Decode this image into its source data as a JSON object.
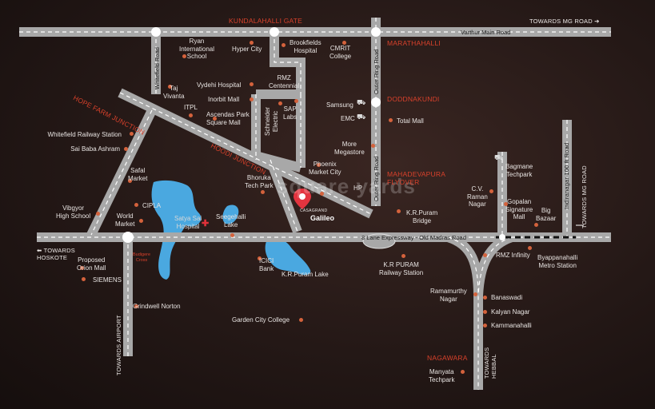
{
  "colors": {
    "road": "#a8a8a8",
    "water": "#4aa8e0",
    "accent_label": "#d8412b",
    "poi_dot": "#d4623c",
    "marker": "#e3343f"
  },
  "junctions": {
    "kundalahalli_gate": "KUNDALAHALLI GATE",
    "marathahalli": "MARATHAHALLI",
    "doddnakundi": "DODDNAKUNDI",
    "mahadevapura": "MAHADEVAPURA\nFLYOVER",
    "hope_farm": "HOPE FARM JUNCTION",
    "hoodi": "HOODI JUNCTION",
    "nagawara": "NAGAWARA"
  },
  "roads": {
    "varthur": "Varthur Main Road",
    "whitefield": "Whitefield Road",
    "outer_ring": "Outer Ring Road",
    "expressway": "8 Lane Expressway - Old Madras Road",
    "indiranagar": "Indiranagar 100 ft Road"
  },
  "directions": {
    "mg_top": "TOWARDS MG ROAD ➔",
    "mg_right": "TOWARDS MG ROAD",
    "hoskote": "⬅ TOWARDS\n HOSKOTE",
    "airport": "TOWARDS AIRPORT",
    "hebbal": "TOWARDS\nHEBBAL"
  },
  "project": {
    "name": "Galileo",
    "brand": "CASAGRAND",
    "watermark": "square yards"
  },
  "landmarks": {
    "ryan": "Ryan\nInternational\nSchool",
    "hypercity": "Hyper City",
    "brookfields": "Brookfields\nHospital",
    "cmrit": "CMRIT\nCollege",
    "taj": "Taj\nVivanta",
    "vydehi": "Vydehi Hospital",
    "rmz_centennial": "RMZ\nCentennial",
    "itpl": "ITPL",
    "inorbit": "Inorbit Mall",
    "ascendas": "Ascendas Park\nSquare Mall",
    "schneider": "Schneider\nElectric",
    "sap": "SAP\nLabs",
    "samsung": "Samsung",
    "emc": "EMC",
    "total_mall": "Total Mall",
    "whitefield_rly": "Whitefield Railway Station",
    "sai_baba": "Sai Baba Ashram",
    "more": "More\nMegastore",
    "phoenix": "Phoenix\nMarket City",
    "hp": "HP",
    "safal": "Safal\nMarket",
    "bhoruka": "Bhoruka\nTech Park",
    "bagmane": "Bagmane\nTechpark",
    "cv_raman": "C.V.\nRaman\nNagar",
    "vibgyor": "Vibgyor\nHigh School",
    "cipla": "CIPLA",
    "world_market": "World\nMarket",
    "satya_sai": "Satya Sai\nHospital",
    "seegehalli": "Seegehalli\nLake",
    "kr_puram_bridge": "K.R.Puram\nBridge",
    "gopalan": "Gopalan\nSignature\nMall",
    "big_bazaar": "Big\nBazaar",
    "orion": "Proposed\nOrion Mall",
    "siemens": "SIEMENS",
    "budigere": "Budigere\nCross",
    "icici": "ICICI\nBank",
    "kr_puram_lake": "K.R.Puram Lake",
    "kr_puram_rly": "K.R PURAM\nRailway Station",
    "rmz_infinity": "RMZ Infinity",
    "byappanahalli": "Byappanahalli\nMetro Station",
    "ramamurthy": "Ramamurthy\nNagar",
    "banaswadi": "Banaswadi",
    "kalyan": "Kalyan Nagar",
    "kammanahalli": "Kammanahalli",
    "grindwell": "Grindwell Norton",
    "garden_city": "Garden City College",
    "manyata": "Manyata\nTechpark"
  }
}
